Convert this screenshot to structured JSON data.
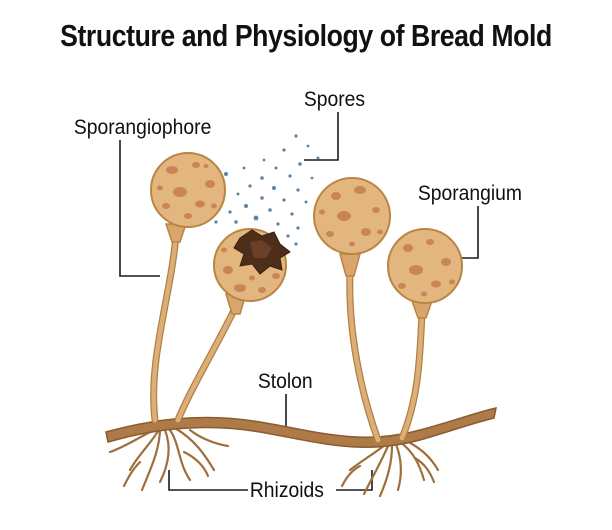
{
  "title": "Structure and Physiology of Bread Mold",
  "labels": {
    "sporangiophore": "Sporangiophore",
    "spores": "Spores",
    "sporangium": "Sporangium",
    "stolon": "Stolon",
    "rhizoids": "Rhizoids"
  },
  "colors": {
    "stalk": "#dcae79",
    "stalk_dark": "#b0803f",
    "sporangium_fill": "#e2b67e",
    "sporangium_edge": "#b98544",
    "spot": "#c98654",
    "stolon": "#ad7a48",
    "rhizoid": "#a06e3c",
    "spore": "#5b84a8",
    "burst": "#4c2e1a"
  }
}
